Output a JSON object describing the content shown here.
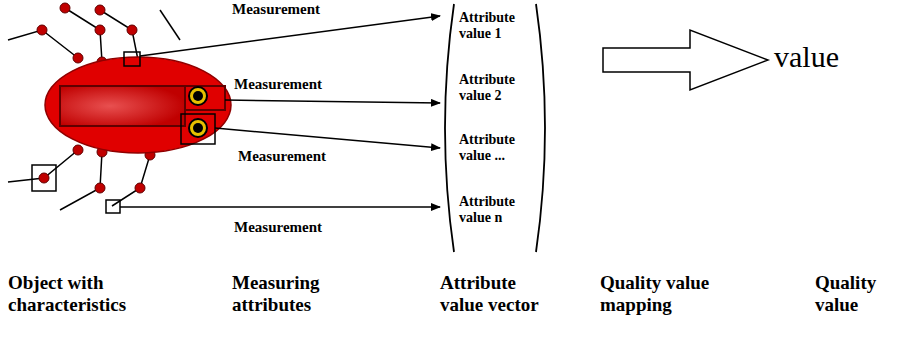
{
  "diagram": {
    "labels": [
      "Measurement",
      "Measurement",
      "Measurement",
      "Measurement",
      "Attribute value 1",
      "Attribute value 2",
      "Attribute value ...",
      "Attribute value n",
      "value",
      "Object with characteristics",
      "Measuring attributes",
      "Attribute value vector",
      "Quality value mapping",
      "Quality value"
    ]
  }
}
